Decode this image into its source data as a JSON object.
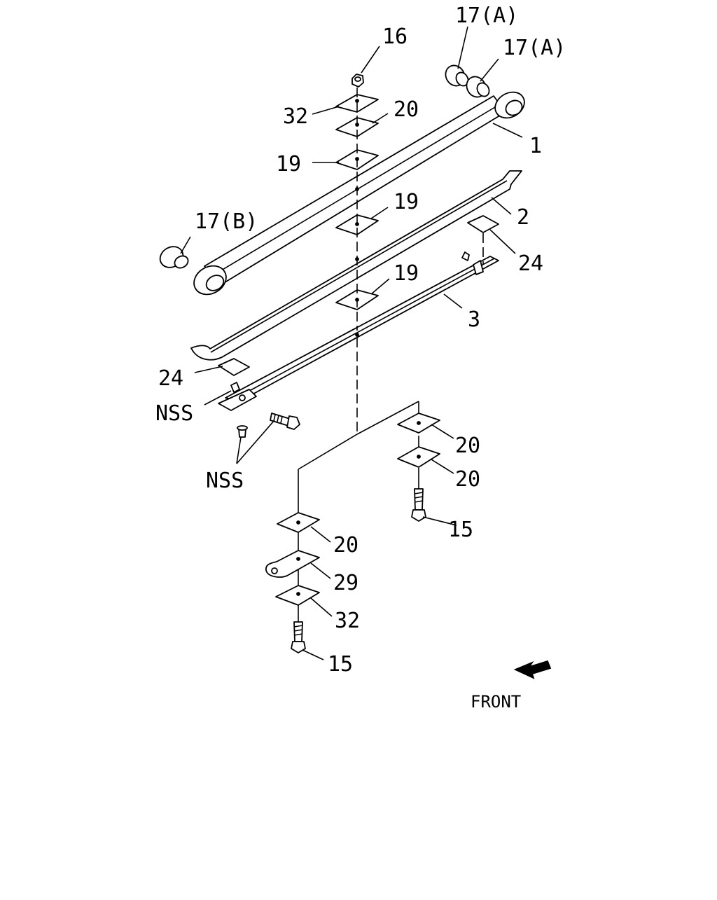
{
  "diagram": {
    "callouts": {
      "c17a_top": "17(A)",
      "c17a_second": "17(A)",
      "c16": "16",
      "c32_top": "32",
      "c20_top": "20",
      "c1": "1",
      "c19_a": "19",
      "c17b": "17(B)",
      "c19_b": "19",
      "c2": "2",
      "c24_right": "24",
      "c19_c": "19",
      "c3": "3",
      "c24_left": "24",
      "nss_bracket": "NSS",
      "nss_bolts": "NSS",
      "c20_r1": "20",
      "c20_r2": "20",
      "c15_right": "15",
      "c20_left": "20",
      "c29": "29",
      "c32_bottom": "32",
      "c15_left": "15"
    },
    "front_label": "FRONT"
  }
}
